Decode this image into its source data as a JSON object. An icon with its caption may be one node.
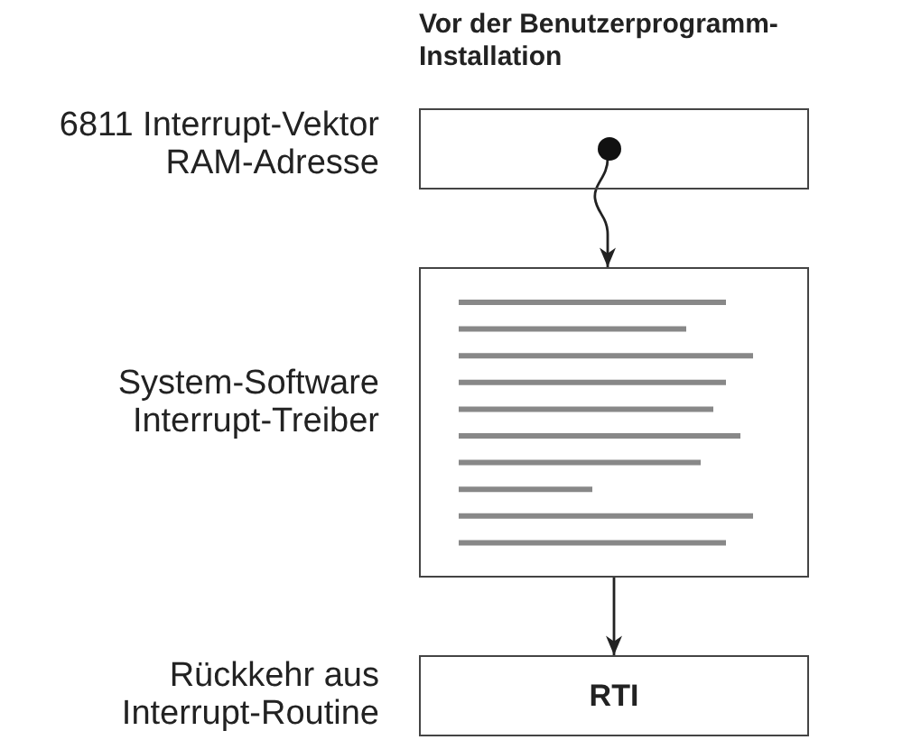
{
  "diagram": {
    "title": "Vor der Benutzerprogramm-Installation",
    "nodes": [
      {
        "text": [],
        "shape": "box",
        "beside": [
          "6811 Interrupt-Vektor RAM-Adresse"
        ]
      },
      {
        "text": [],
        "shape": "circle",
        "in": 0
      },
      {
        "text": [],
        "shape": "box",
        "beside": [
          "System-Software Interrupt-Treiber"
        ]
      },
      {
        "text": [
          "RTI"
        ],
        "beside": [
          "Rückkehr aus Interrupt-Routine"
        ]
      }
    ],
    "edges": [
      {
        "from": 1,
        "to": 2,
        "arrow": "to"
      },
      {
        "from": 2,
        "to": 3,
        "arrow": "to"
      }
    ]
  }
}
